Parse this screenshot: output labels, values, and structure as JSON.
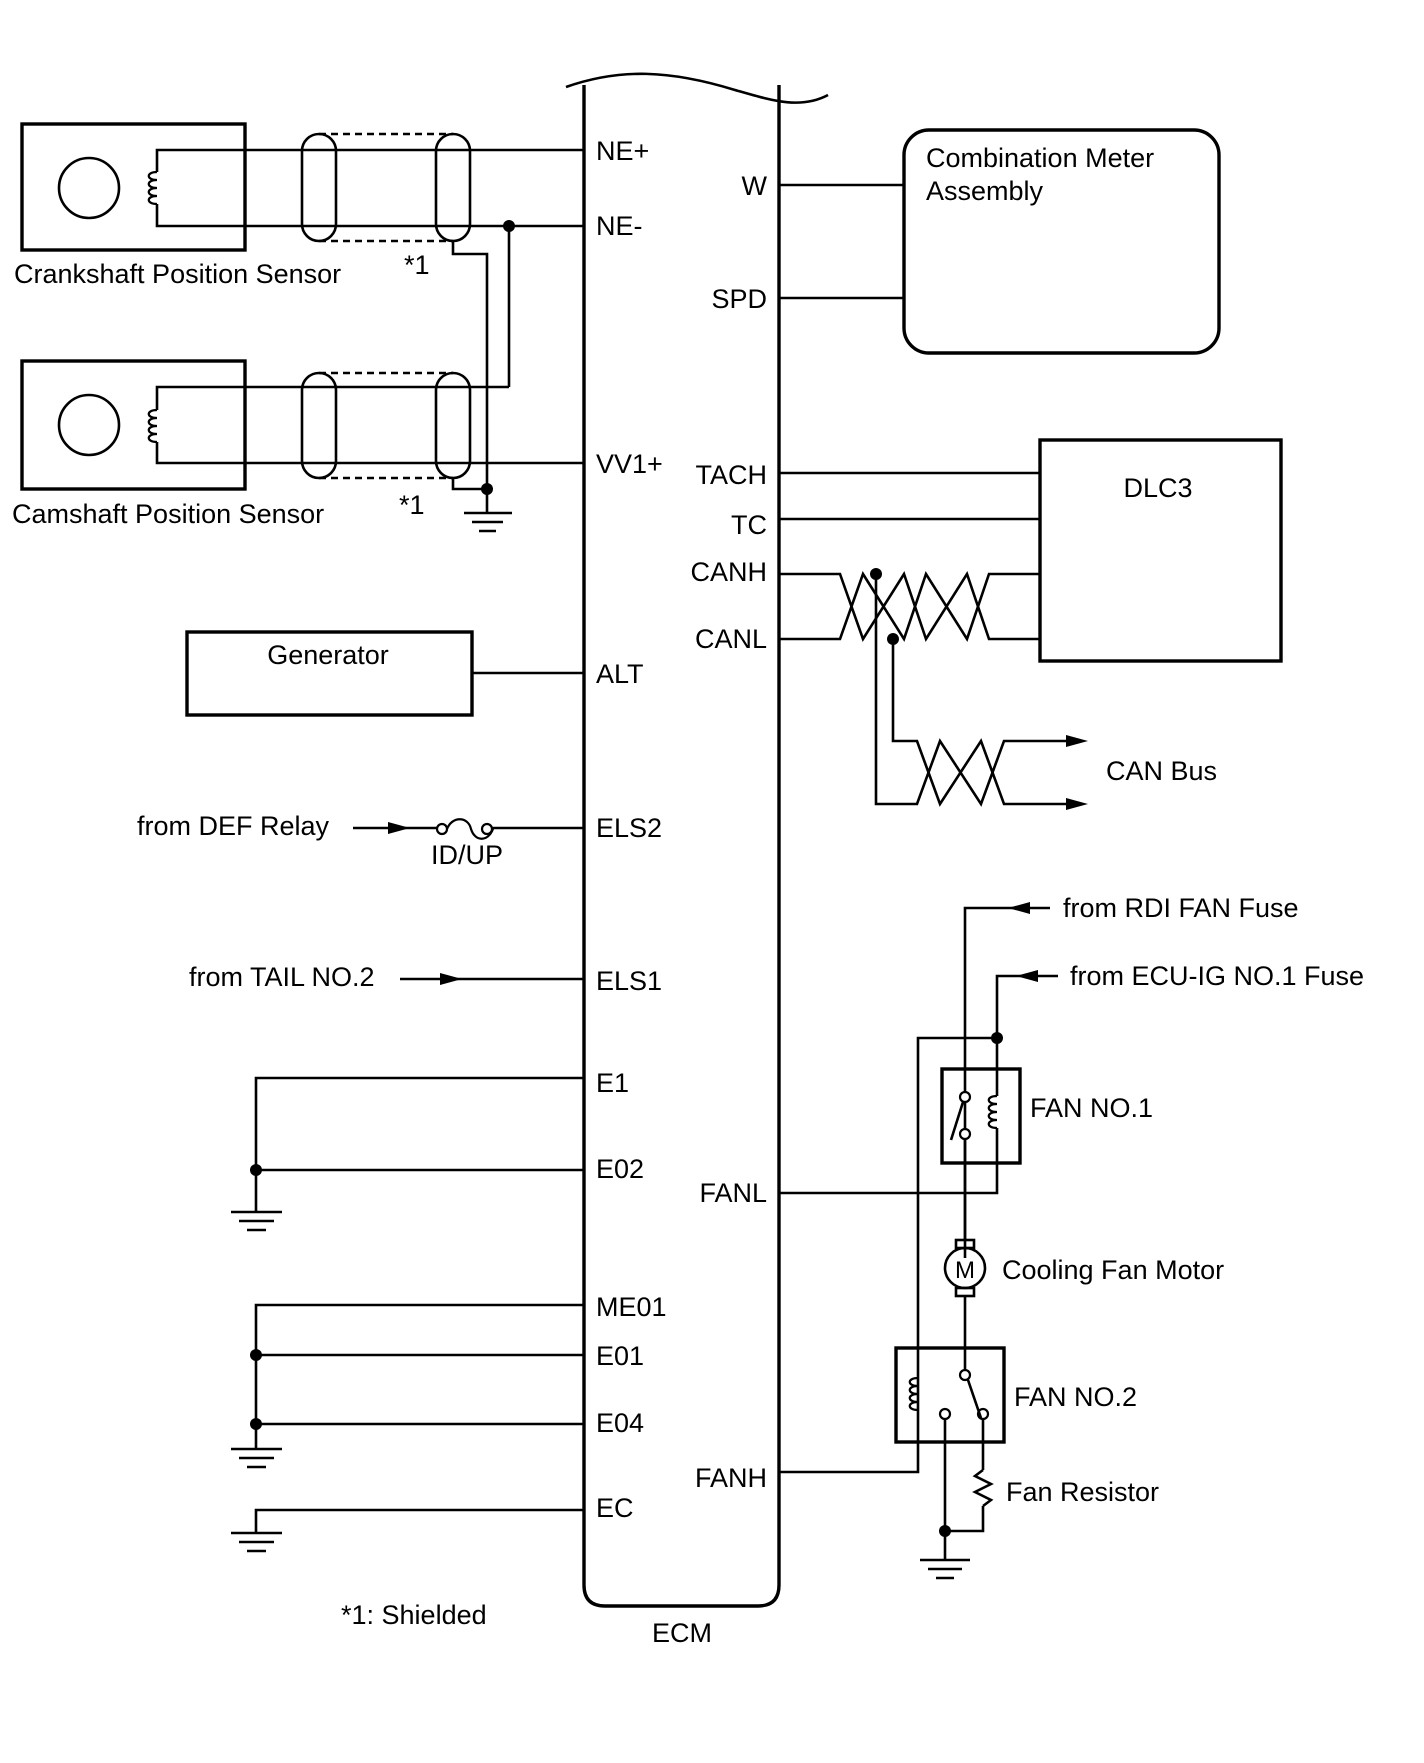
{
  "ecm": {
    "name": "ECM",
    "left_pins": [
      "NE+",
      "NE-",
      "VV1+",
      "ALT",
      "ELS2",
      "ELS1",
      "E1",
      "E02",
      "ME01",
      "E01",
      "E04",
      "EC"
    ],
    "right_pins": [
      "W",
      "SPD",
      "TACH",
      "TC",
      "CANH",
      "CANL",
      "FANL",
      "FANH"
    ]
  },
  "components": {
    "crankshaft_sensor": "Crankshaft Position Sensor",
    "camshaft_sensor": "Camshaft Position Sensor",
    "shield_mark": "*1",
    "generator": "Generator",
    "combination_meter": "Combination Meter Assembly",
    "dlc3": "DLC3",
    "can_bus": "CAN Bus",
    "fan_no1": "FAN NO.1",
    "fan_no2": "FAN NO.2",
    "cooling_fan_motor": "Cooling Fan Motor",
    "motor_symbol": "M",
    "fan_resistor": "Fan Resistor",
    "fuse_id_up": "ID/UP"
  },
  "sources": {
    "def_relay": "from DEF Relay",
    "tail_no2": "from TAIL NO.2",
    "rdi_fan_fuse": "from RDI FAN Fuse",
    "ecu_ig_fuse": "from ECU-IG NO.1 Fuse"
  },
  "footnote": "*1: Shielded"
}
